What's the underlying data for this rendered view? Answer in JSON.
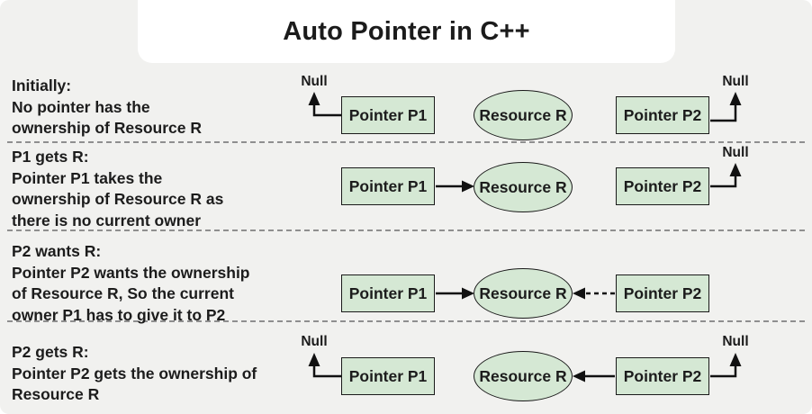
{
  "title": "Auto Pointer in C++",
  "labels": {
    "pointer_p1": "Pointer P1",
    "pointer_p2": "Pointer P2",
    "resource": "Resource R",
    "null_label": "Null"
  },
  "colors": {
    "background": "#f1f1ef",
    "title_card": "#ffffff",
    "node_fill": "#d5e8d4",
    "node_border": "#1a1a1a",
    "text": "#1c1c1c",
    "divider": "#8f8f8f",
    "arrow": "#111111"
  },
  "rows": [
    {
      "heading": "Initially:",
      "lines": [
        "No pointer has the",
        "ownership of Resource R"
      ],
      "p1_points_to": "null",
      "p2_points_to": "null"
    },
    {
      "heading": "P1 gets R:",
      "lines": [
        "Pointer P1 takes the",
        "ownership of Resource R as",
        "there is no current owner"
      ],
      "p1_points_to": "resource",
      "p2_points_to": "null"
    },
    {
      "heading": "P2 wants R:",
      "lines": [
        "Pointer P2 wants the ownership",
        "of Resource R, So the current",
        "owner P1 has to give it to P2"
      ],
      "p1_points_to": "resource",
      "p2_points_to": "resource-requested-dashed"
    },
    {
      "heading": "P2 gets R:",
      "lines": [
        "Pointer P2 gets the ownership of",
        "Resource R"
      ],
      "p1_points_to": "null",
      "p2_points_to": "resource"
    }
  ]
}
